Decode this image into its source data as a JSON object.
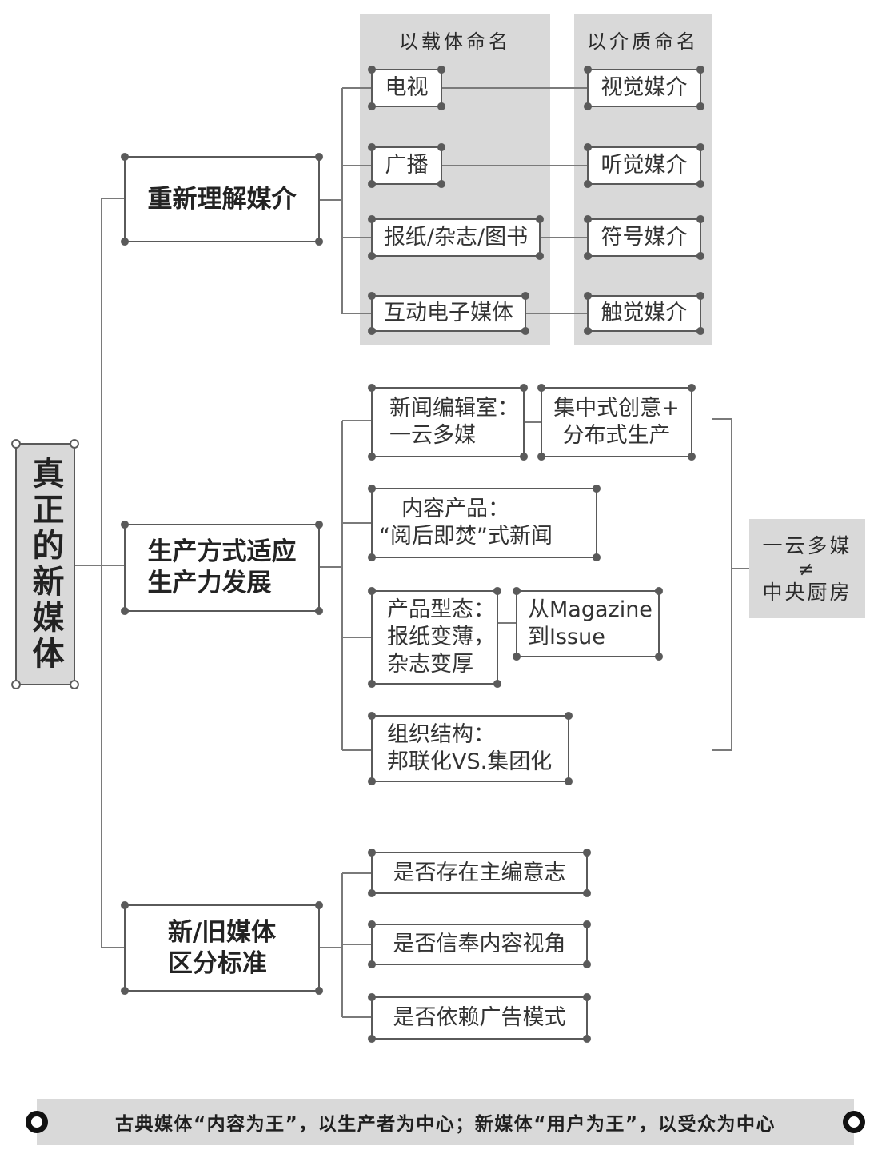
{
  "root": {
    "label": "真正的新媒体"
  },
  "branch_media": {
    "label": "重新理解媒介",
    "header_carrier": "以载体命名",
    "header_medium": "以介质命名",
    "carriers": [
      "电视",
      "广播",
      "报纸/杂志/图书",
      "互动电子媒体"
    ],
    "mediums": [
      "视觉媒介",
      "听觉媒介",
      "符号媒介",
      "触觉媒介"
    ]
  },
  "branch_production": {
    "lines": [
      "生产方式适应",
      "生产力发展"
    ],
    "newsroom": [
      "新闻编辑室：",
      "一云多媒"
    ],
    "newsroom_mode": [
      "集中式创意+",
      "分布式生产"
    ],
    "content_product": [
      "内容产品：",
      "“阅后即焚”式新闻"
    ],
    "product_form": [
      "产品型态：",
      "报纸变薄，",
      "杂志变厚"
    ],
    "form_shift": [
      "从Magazine",
      "到Issue"
    ],
    "org_structure": [
      "组织结构：",
      "邦联化VS.集团化"
    ],
    "conclusion": [
      "一云多媒",
      "≠",
      "中央厨房"
    ]
  },
  "branch_criteria": {
    "lines": [
      "新/旧媒体",
      "区分标准"
    ],
    "items": [
      "是否存在主编意志",
      "是否信奉内容视角",
      "是否依赖广告模式"
    ]
  },
  "footer": {
    "text": "古典媒体“内容为王”，以生产者为中心；新媒体“用户为王”，以受众为中心"
  },
  "colors": {
    "panel_fill": "#d9d9d9",
    "node_border": "#5a5a5a",
    "connector": "#7a7a7a"
  }
}
